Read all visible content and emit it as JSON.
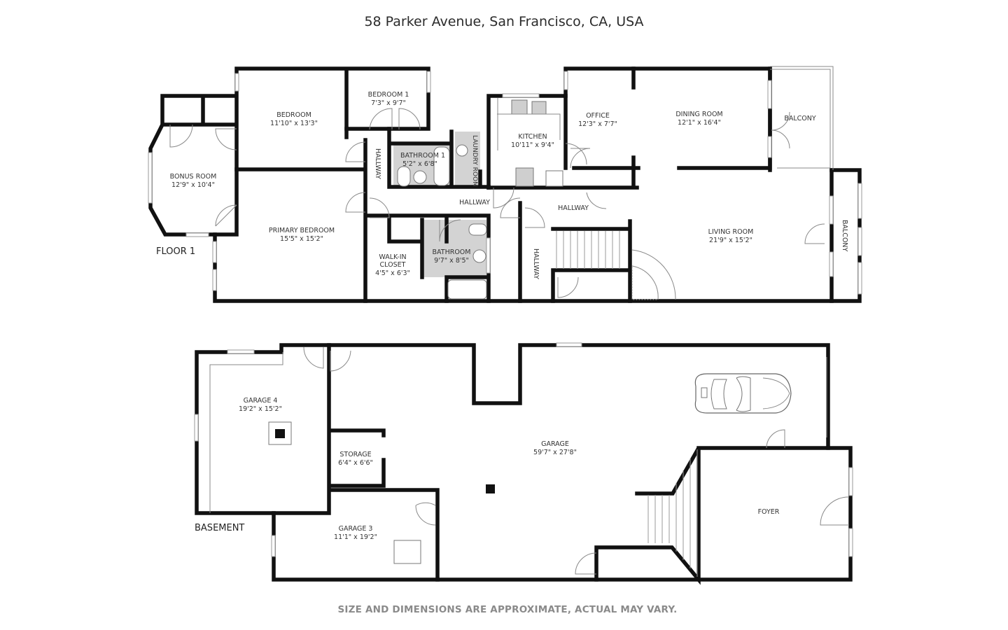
{
  "header": {
    "title": "58 Parker Avenue, San Francisco, CA, USA"
  },
  "footer": {
    "disclaimer": "SIZE AND DIMENSIONS ARE APPROXIMATE, ACTUAL MAY VARY."
  },
  "colors": {
    "wall": "#111111",
    "wet_area": "#d3d3d3",
    "disclaimer": "#8a8a8a",
    "background": "#ffffff"
  },
  "floor1": {
    "level_label": "FLOOR 1",
    "rooms": {
      "bonus_room": {
        "name": "BONUS ROOM",
        "dims": "12'9\" x 10'4\""
      },
      "bedroom": {
        "name": "BEDROOM",
        "dims": "11'10\" x 13'3\""
      },
      "bedroom_1": {
        "name": "BEDROOM 1",
        "dims": "7'3\" x 9'7\""
      },
      "bathroom_1": {
        "name": "BATHROOM 1",
        "dims": "5'2\" x 6'8\""
      },
      "laundry_room": {
        "name": "LAUNDRY ROOM"
      },
      "kitchen": {
        "name": "KITCHEN",
        "dims": "10'11\" x 9'4\""
      },
      "office": {
        "name": "OFFICE",
        "dims": "12'3\" x 7'7\""
      },
      "dining_room": {
        "name": "DINING ROOM",
        "dims": "12'1\" x 16'4\""
      },
      "balcony_top": {
        "name": "BALCONY"
      },
      "primary_bedroom": {
        "name": "PRIMARY BEDROOM",
        "dims": "15'5\" x 15'2\""
      },
      "walk_in_closet": {
        "name_line1": "WALK-IN",
        "name_line2": "CLOSET",
        "dims": "4'5\" x 6'3\""
      },
      "bathroom": {
        "name": "BATHROOM",
        "dims": "9'7\" x 8'5\""
      },
      "hallway_vertical_left": {
        "name": "HALLWAY"
      },
      "hallway_center": {
        "name": "HALLWAY"
      },
      "hallway_right": {
        "name": "HALLWAY"
      },
      "hallway_vertical_stair": {
        "name": "HALLWAY"
      },
      "living_room": {
        "name": "LIVING ROOM",
        "dims": "21'9\" x 15'2\""
      },
      "balcony_side": {
        "name": "BALCONY"
      }
    }
  },
  "basement": {
    "level_label": "BASEMENT",
    "rooms": {
      "garage_4": {
        "name": "GARAGE 4",
        "dims": "19'2\" x 15'2\""
      },
      "storage": {
        "name": "STORAGE",
        "dims": "6'4\" x 6'6\""
      },
      "garage_3": {
        "name": "GARAGE 3",
        "dims": "11'1\" x 19'2\""
      },
      "garage": {
        "name": "GARAGE",
        "dims": "59'7\" x 27'8\""
      },
      "foyer": {
        "name": "FOYER"
      }
    }
  }
}
